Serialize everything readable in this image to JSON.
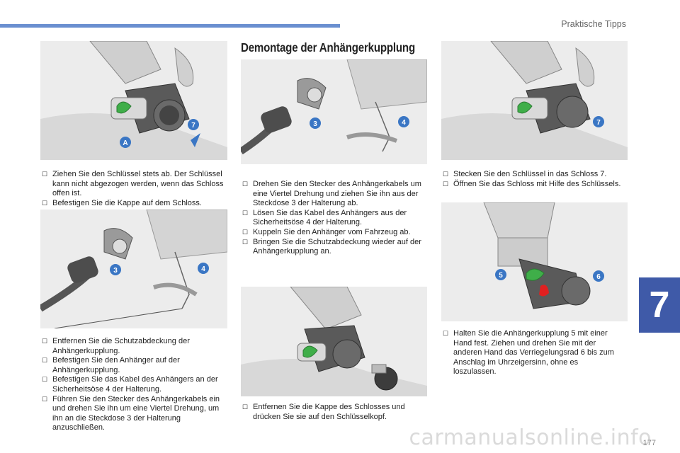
{
  "header": {
    "section": "Praktische Tipps",
    "chapter": "7",
    "page_number": "177"
  },
  "heading": "Demontage der Anhängerkupplung",
  "watermark": "carmanualsonline.info",
  "badges": {
    "b7": "7",
    "bA": "A",
    "b3": "3",
    "b4": "4",
    "b5": "5",
    "b6": "6"
  },
  "blocks": {
    "col1_top": [
      "Ziehen Sie den Schlüssel stets ab. Der Schlüssel kann nicht abgezogen werden, wenn das Schloss offen ist.",
      "Befestigen Sie die Kappe auf dem Schloss."
    ],
    "col1_bottom": [
      "Entfernen Sie die Schutzabdeckung der Anhängerkupplung.",
      "Befestigen Sie den Anhänger auf der Anhängerkupplung.",
      "Befestigen Sie das Kabel des Anhängers an der Sicherheitsöse 4 der Halterung.",
      "Führen Sie den Stecker des Anhängerkabels ein und drehen Sie ihn um eine Viertel Drehung, um ihn an die Steckdose 3 der Halterung anzuschließen."
    ],
    "col2_top": [
      "Drehen Sie den Stecker des Anhängerkabels um eine Viertel Drehung und ziehen Sie ihn aus der Steckdose 3 der Halterung ab.",
      "Lösen Sie das Kabel des Anhängers aus der Sicherheitsöse 4 der Halterung.",
      "Kuppeln Sie den Anhänger vom Fahrzeug ab.",
      "Bringen Sie die Schutzabdeckung wieder auf der Anhängerkupplung an."
    ],
    "col2_bottom": [
      "Entfernen Sie die Kappe des Schlosses und drücken Sie sie auf den Schlüsselkopf."
    ],
    "col3_top": [
      "Stecken Sie den Schlüssel in das Schloss 7.",
      "Öffnen Sie das Schloss mit Hilfe des Schlüssels."
    ],
    "col3_bottom": [
      "Halten Sie die Anhängerkupplung 5 mit einer Hand fest. Ziehen und drehen Sie mit der anderen Hand das Verriegelungsrad 6 bis zum Anschlag im Uhrzeigersinn, ohne es loszulassen."
    ]
  },
  "colors": {
    "accent": "#3f5aa8",
    "green": "#3fae49",
    "badge": "#3a76c4",
    "red": "#e02020"
  }
}
